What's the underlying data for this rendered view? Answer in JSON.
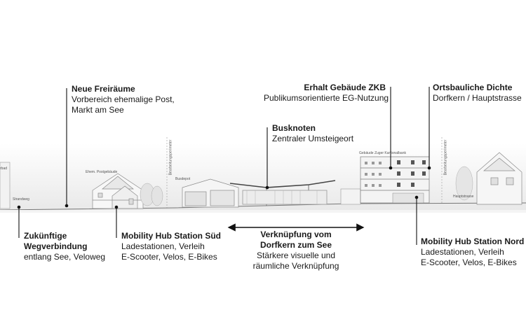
{
  "annotations": {
    "neue_freiraeume": {
      "title": "Neue Freiräume",
      "line1": "Vorbereich ehemalige Post,",
      "line2": "Markt am See"
    },
    "busknoten": {
      "title": "Busknoten",
      "line1": "Zentraler Umsteigeort"
    },
    "erhalt_zkb": {
      "title": "Erhalt Gebäude ZKB",
      "line1": "Publikumsorientierte EG-Nutzung"
    },
    "ortsbauliche_dichte": {
      "title": "Ortsbauliche Dichte",
      "line1": "Dorfkern / Hauptstrasse"
    },
    "wegverbindung": {
      "title1": "Zukünftige",
      "title2": "Wegverbindung",
      "line1": "entlang See, Veloweg"
    },
    "hub_sued": {
      "title": "Mobility Hub Station Süd",
      "line1": "Ladestationen, Verleih",
      "line2": "E-Scooter, Velos, E-Bikes"
    },
    "verknuepfung": {
      "title1": "Verknüpfung vom",
      "title2": "Dorfkern zum See",
      "line1": "Stärkere visuelle und",
      "line2": "räumliche Verknüpfung"
    },
    "hub_nord": {
      "title": "Mobility Hub Station Nord",
      "line1": "Ladestationen, Verleih",
      "line2": "E-Scooter, Velos, E-Bikes"
    }
  },
  "drawing_labels": {
    "strandweg": "Strandweg",
    "postgebaeude": "Ehem. Postgebäude",
    "busdepot": "Busdepot",
    "perimeter_left": "Bearbeitungsperimeter",
    "perimeter_right": "Bearbeitungsperimeter",
    "zkb": "Gebäude Zuger Kantonalbank",
    "hauptstrasse": "Hauptstrasse",
    "left_edge": "rbad"
  }
}
